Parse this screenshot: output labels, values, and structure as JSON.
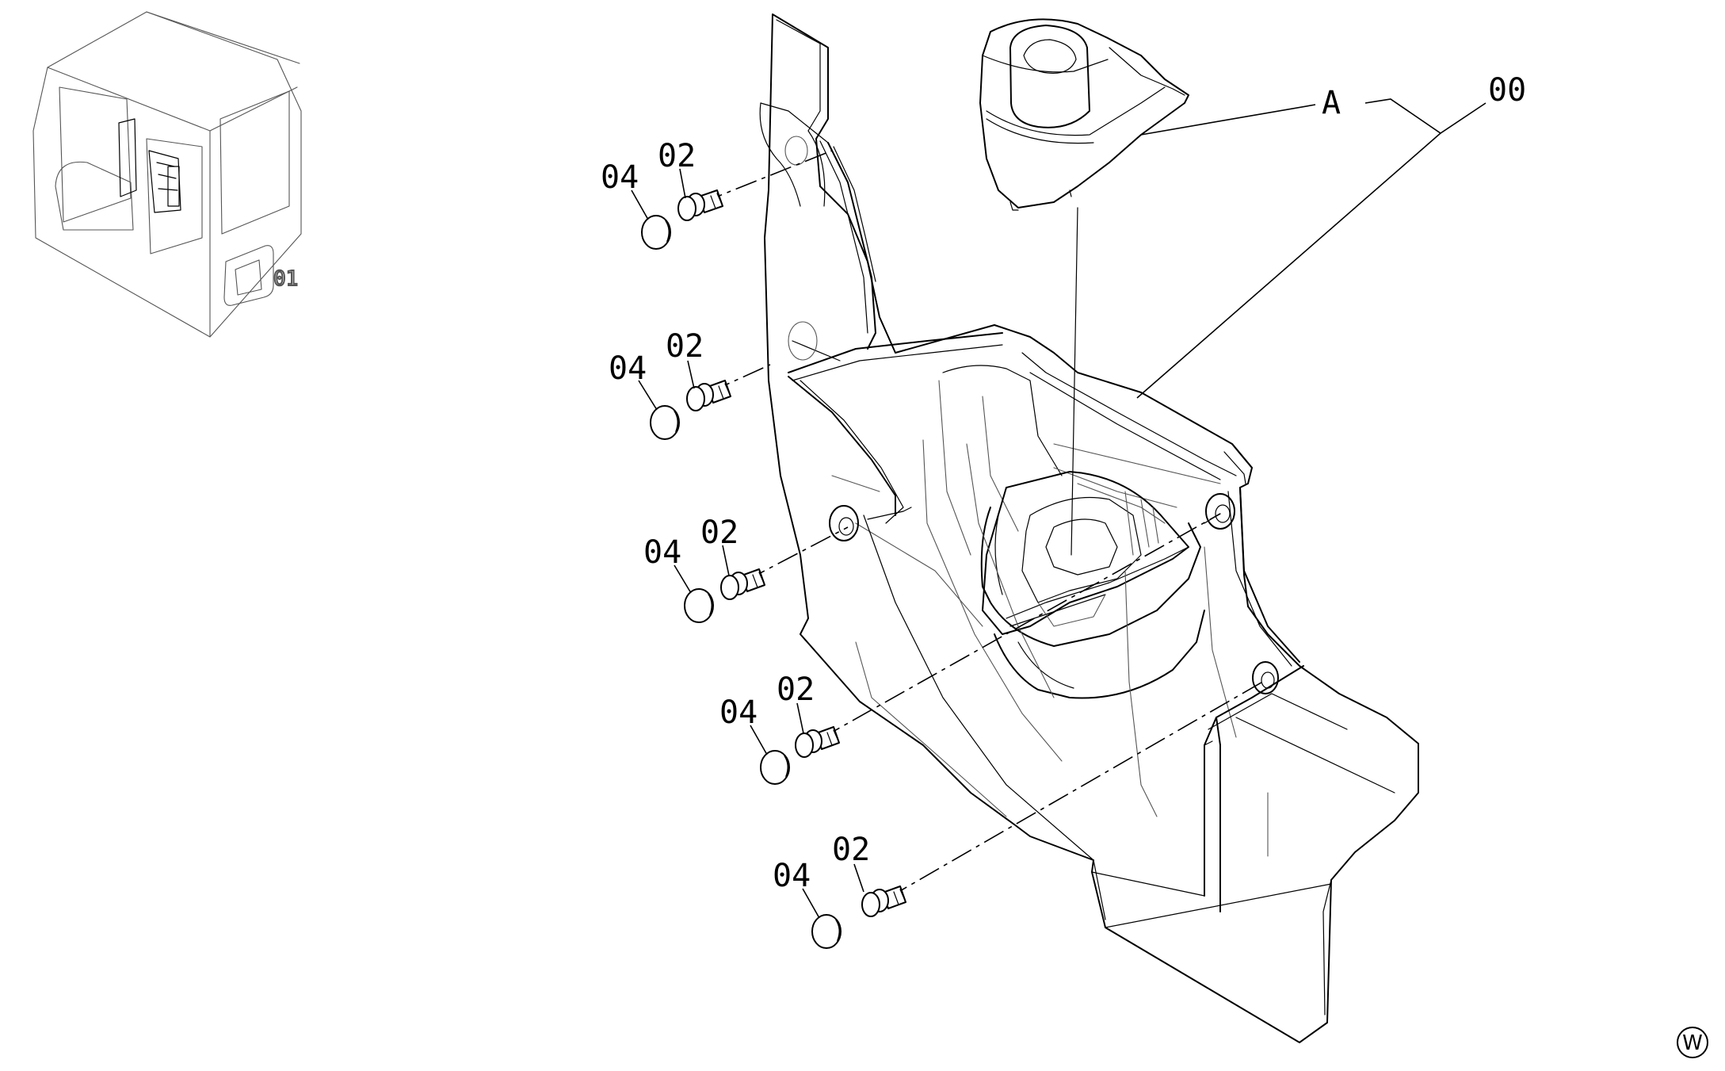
{
  "labels": {
    "assembly": "00",
    "group": "A",
    "screw": "02",
    "cap": "04",
    "inset_number": "01",
    "corner_mark": "W"
  },
  "screw_cap_sets": 5
}
